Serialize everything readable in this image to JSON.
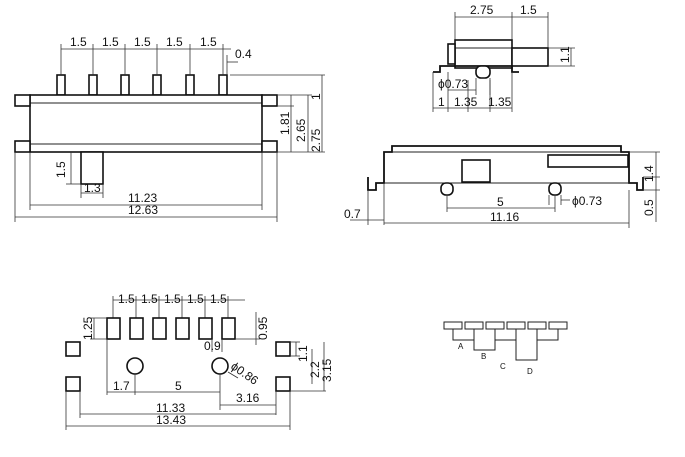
{
  "front_view": {
    "pitch_labels": [
      "1.5",
      "1.5",
      "1.5",
      "1.5",
      "1.5"
    ],
    "pin_width": "0.4",
    "pin_length": "1",
    "body_height": "2.65",
    "total_height": "2.75",
    "tab_height": "1.81",
    "actuator_height": "1.5",
    "actuator_width": "1.3",
    "body_length": "11.23",
    "total_length": "12.63"
  },
  "top_right_view": {
    "body_width": "2.75",
    "actuator_ext": "1.5",
    "actuator_height": "1.1",
    "hole_diameter": "ϕ0.73",
    "offset_a": "1",
    "offset_b": "1.35",
    "offset_c": "1.35"
  },
  "side_view": {
    "height_total": "1.4",
    "foot_height": "0.5",
    "foot_ext": "0.7",
    "peg_spacing": "5",
    "hole_diameter": "ϕ0.73",
    "overall_length": "11.16"
  },
  "footprint": {
    "pitch_labels": [
      "1.5",
      "1.5",
      "1.5",
      "1.5",
      "1.5"
    ],
    "pad_height": "1.25",
    "pad_gap": "0.95",
    "pad_width": "0.9",
    "hole_diameter": "ϕ0.86",
    "mount_pad": "1.1",
    "mount_span_a": "2.2",
    "mount_span_b": "3.15",
    "hole_offset_a": "1.7",
    "hole_offset_b": "5",
    "hole_offset_c": "3.16",
    "inner_span": "11.33",
    "outer_span": "13.43"
  },
  "schematic": {
    "labels": [
      "A",
      "B",
      "C",
      "D"
    ]
  }
}
